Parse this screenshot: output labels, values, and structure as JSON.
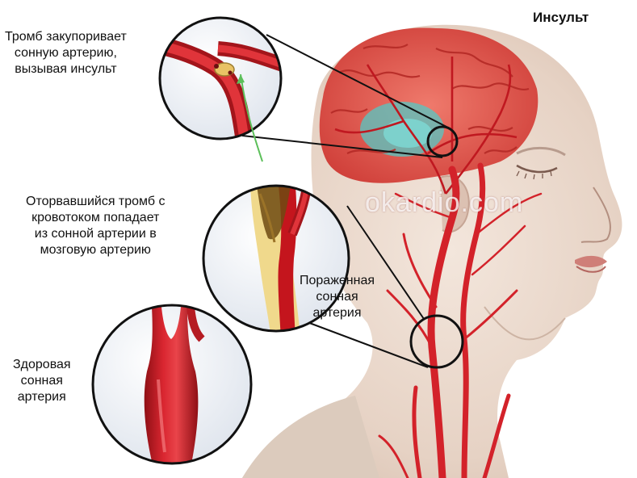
{
  "title": "Инсульт",
  "watermark": "okardio.com",
  "labels": {
    "thrombus_blocks": [
      "Тромб закупоривает",
      "сонную артерию,",
      "вызывая инсульт"
    ],
    "detached_thrombus": [
      "Оторвавшийся тромб с",
      "кровотоком попадает",
      "из сонной артерии в",
      "мозговую артерию"
    ],
    "affected_artery": [
      "Пораженная",
      "сонная",
      "артерия"
    ],
    "healthy_artery": [
      "Здоровая",
      "сонная",
      "артерия"
    ]
  },
  "colors": {
    "artery": "#d3222a",
    "artery_dark": "#9e1218",
    "skin": "#e9d8cc",
    "brain": "#e45a50",
    "stroke_area": "#54c8c4",
    "plaque": "#e8c86a",
    "lens_bg": "#eef1f6"
  }
}
